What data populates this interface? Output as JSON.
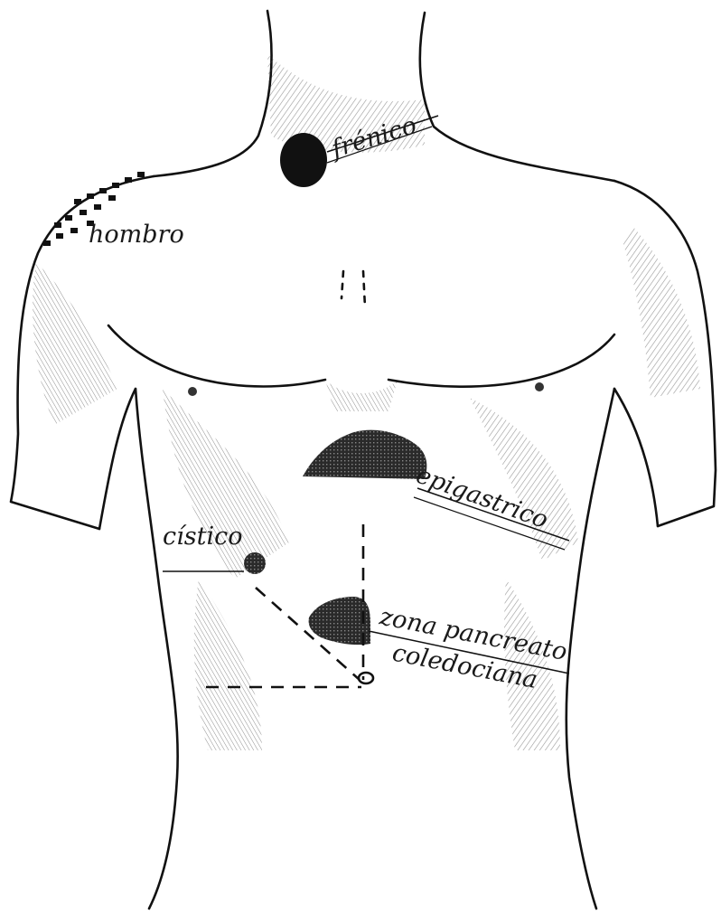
{
  "labels": {
    "frenico": "frénico",
    "hombro": "hombro",
    "epigastrico": "epigastrico",
    "cistico": "cístico",
    "zona_line1": "zona pancreato",
    "zona_line2": "coledociana"
  },
  "colors": {
    "ink": "#1a1a1a",
    "paper": "#ffffff"
  }
}
